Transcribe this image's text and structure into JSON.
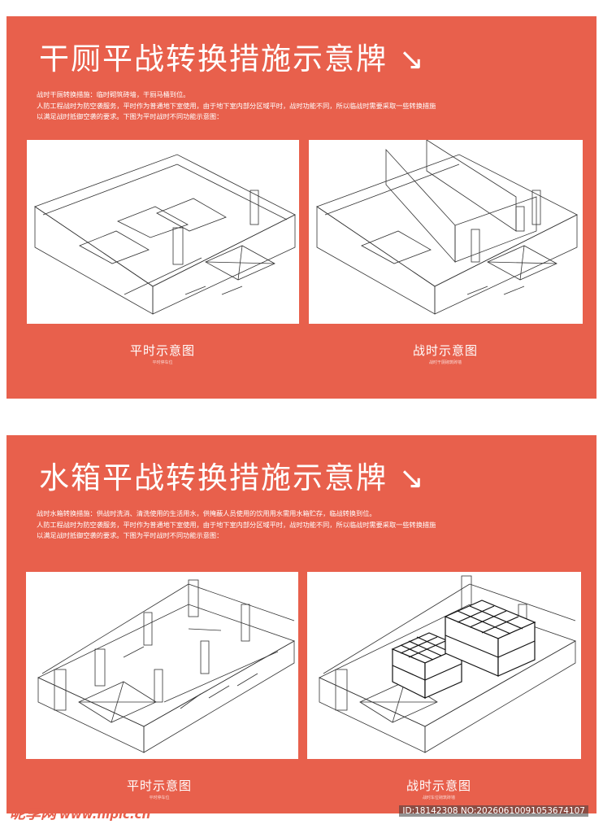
{
  "section1": {
    "title": "干厕平战转换措施示意牌",
    "lines": [
      "战时干厕转换措施：临时砌筑砖墙，干厕马桶到位。",
      "人防工程战时为防空袭服务，平时作为普通地下室使用，由于地下室内部分区域平时，战时功能不同，所以临战时需要采取一些转换措施",
      "以满足战时抵御空袭的要求。下图为平时战时不同功能示意图："
    ],
    "caption_left": "平时示意图",
    "sub_left": "平时停车位",
    "caption_right": "战时示意图",
    "sub_right": "战时干厕砌筑砖墙"
  },
  "section2": {
    "title": "水箱平战转换措施示意牌",
    "lines": [
      "战时水箱转换措施：供战时洗消、清洗使用的生活用水，供掩蔽人员使用的饮用用水需用水箱贮存，临战转换到位。",
      "人防工程战时为防空袭服务，平时作为普通地下室使用，由于地下室内部分区域平时，战时功能不同，所以临战时需要采取一些转换措施",
      "以满足战时抵御空袭的要求。下图为平时战时不同功能示意图："
    ],
    "caption_left": "平时示意图",
    "sub_left": "平时停车位",
    "caption_right": "战时示意图",
    "sub_right": "战时车位砌筑砖墙"
  },
  "footer": {
    "logo": "昵享网",
    "site": "www.nipic.cn",
    "id_text": "ID:18142308 NO:20260610091053674107"
  },
  "colors": {
    "panel": "#e8604c",
    "frame": "#ffffff",
    "line": "#333333"
  }
}
